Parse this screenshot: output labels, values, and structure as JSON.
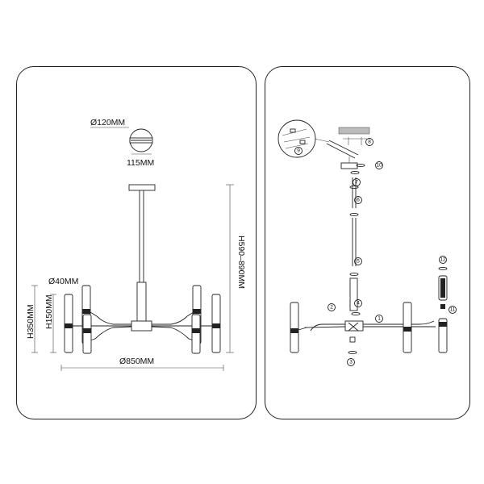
{
  "dimensions": {
    "canopy_diameter": "Ø120MM",
    "canopy_height": "115MM",
    "overall_height": "H590–890MM",
    "shade_diameter": "Ø40MM",
    "total_height": "H350MM",
    "shade_height": "H150MM",
    "overall_diameter": "Ø850MM"
  },
  "callouts": [
    "1",
    "2",
    "3",
    "4",
    "5",
    "6",
    "7",
    "8",
    "9",
    "10",
    "11",
    "12"
  ],
  "colors": {
    "line": "#222222",
    "background": "#ffffff"
  }
}
